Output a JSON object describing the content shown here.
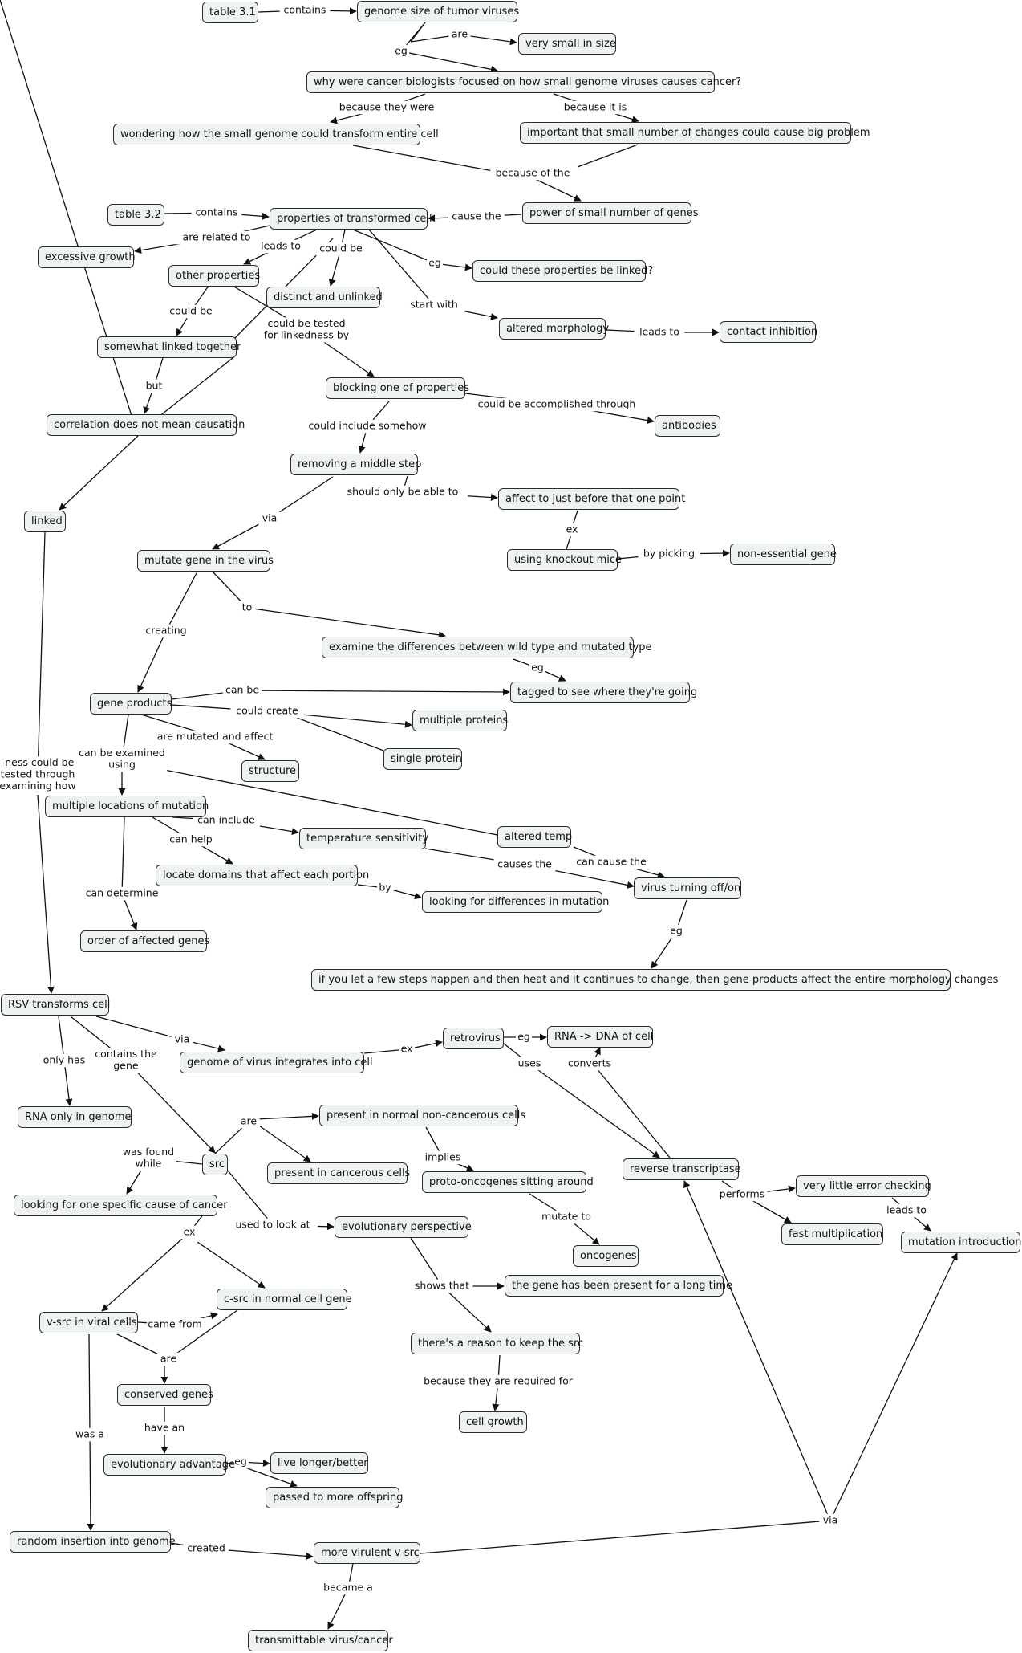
{
  "nodes": {
    "table31": "table 3.1",
    "genome_size": "genome size of tumor viruses",
    "very_small": "very small in size",
    "why_focused": "why were cancer biologists focused on how small genome viruses causes cancer?",
    "wondering": "wondering how the small genome could transform entire cell",
    "important_small": "important that small number of changes could cause big problem",
    "table32": "table 3.2",
    "properties": "properties of transformed cell",
    "power_small": "power of small number of genes",
    "excessive": "excessive growth",
    "other_props": "other properties",
    "distinct": "distinct and unlinked",
    "could_linked": "could these properties be linked?",
    "altered_morph": "altered morphology",
    "contact_inhib": "contact inhibition",
    "somewhat_linked": "somewhat linked together",
    "correlation": "correlation does not mean causation",
    "blocking": "blocking one of properties",
    "antibodies": "antibodies",
    "removing": "removing a middle step",
    "affect_before": "affect to just before that one point",
    "knockout": "using knockout mice",
    "nonessential": "non-essential gene",
    "linked": "linked",
    "mutate_gene": "mutate gene in the virus",
    "examine_diff": "examine the differences between wild type and mutated type",
    "gene_products": "gene products",
    "tagged": "tagged to see where they're going",
    "multiple_proteins": "multiple proteins",
    "single_protein": "single protein",
    "structure": "structure",
    "multi_loc": "multiple locations of mutation",
    "temp_sens": "temperature sensitivity",
    "altered_temp": "altered temp",
    "locate_domains": "locate domains that affect each portion",
    "looking_diff": "looking for differences in mutation",
    "virus_turning": "virus turning off/on",
    "order_genes": "order of affected genes",
    "if_you_let": "if you let a few steps happen and then heat and it continues to change, then gene products affect the entire morphology changes",
    "rsv": "RSV transforms cell",
    "genome_integrates": "genome of virus integrates into cell",
    "retrovirus": "retrovirus",
    "rna_dna": "RNA -> DNA of cell",
    "rna_only": "RNA only in genome",
    "present_normal": "present in normal non-cancerous cells",
    "src": "src",
    "present_cancer": "present in cancerous cells",
    "proto_onco": "proto-oncogenes sitting around",
    "reverse_trans": "reverse transcriptase",
    "little_error": "very little error checking",
    "looking_one": "looking for one specific cause of cancer",
    "evolutionary_persp": "evolutionary perspective",
    "fast_mult": "fast multiplication",
    "mutation_intro": "mutation introduction",
    "oncogenes": "oncogenes",
    "csrc": "c-src in normal cell gene",
    "gene_present_long": "the gene has been present for a long time",
    "vsrc": "v-src in viral cells",
    "reason_keep": "there's a reason to keep the src",
    "conserved": "conserved genes",
    "cell_growth": "cell growth",
    "evol_adv": "evolutionary advantage",
    "live_longer": "live longer/better",
    "passed_more": "passed to more offspring",
    "random_insert": "random insertion into genome",
    "more_virulent": "more virulent v-src",
    "transmittable": "transmittable virus/cancer"
  },
  "edge_labels": {
    "contains": "contains",
    "are": "are",
    "eg": "eg",
    "because_they_were": "because they were",
    "because_it_is": "because it is",
    "because_of_the": "because of the",
    "cause_the": "cause the",
    "are_related_to": "are related to",
    "leads_to": "leads to",
    "could_be": "could be",
    "start_with": "start with",
    "could_be_tested": "could be tested\nfor linkedness by",
    "but": "but",
    "could_be_accomplished": "could be accomplished through",
    "could_include_somehow": "could include somehow",
    "should_only": "should only be able to",
    "ex": "ex",
    "by_picking": "by picking",
    "via": "via",
    "to": "to",
    "creating": "creating",
    "can_be": "can be",
    "could_create": "could create",
    "are_mutated": "are mutated and affect",
    "can_be_examined": "can be examined\nusing",
    "can_include": "can include",
    "can_help": "can help",
    "causes_the": "causes the",
    "can_cause_the": "can cause the",
    "by": "by",
    "can_determine": "can determine",
    "ness_tested": "-ness could be\ntested through\nexamining how",
    "only_has": "only has",
    "contains_the_gene": "contains the\ngene",
    "uses": "uses",
    "converts": "converts",
    "was_found_while": "was found\nwhile",
    "implies": "implies",
    "performs": "performs",
    "used_to_look": "used to look at",
    "mutate_to": "mutate to",
    "shows_that": "shows that",
    "came_from": "came from",
    "because_required": "because they are required for",
    "have_an": "have an",
    "was_a": "was a",
    "created": "created",
    "became_a": "became a"
  },
  "colors": {
    "node_fill": "#eef2f2",
    "node_border": "#2b2b2b",
    "edge": "#111111"
  }
}
